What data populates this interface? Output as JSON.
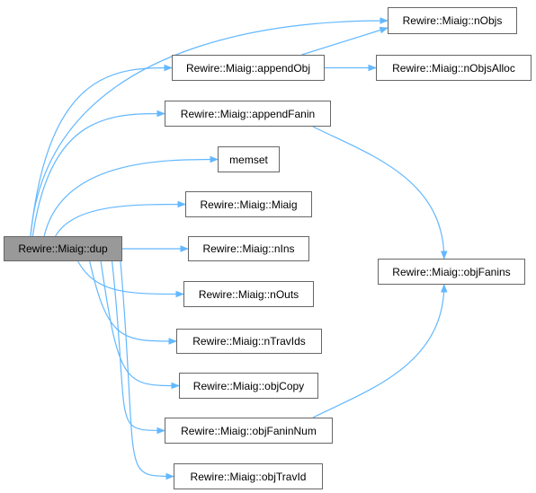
{
  "graph": {
    "root": {
      "id": "dup",
      "label": "Rewire::Miaig::dup"
    },
    "nodes": [
      {
        "id": "nObjs",
        "label": "Rewire::Miaig::nObjs"
      },
      {
        "id": "appendObj",
        "label": "Rewire::Miaig::appendObj"
      },
      {
        "id": "nObjsAlloc",
        "label": "Rewire::Miaig::nObjsAlloc"
      },
      {
        "id": "appendFanin",
        "label": "Rewire::Miaig::appendFanin"
      },
      {
        "id": "memset",
        "label": "memset"
      },
      {
        "id": "Miaig",
        "label": "Rewire::Miaig::Miaig"
      },
      {
        "id": "nIns",
        "label": "Rewire::Miaig::nIns"
      },
      {
        "id": "objFanins",
        "label": "Rewire::Miaig::objFanins"
      },
      {
        "id": "nOuts",
        "label": "Rewire::Miaig::nOuts"
      },
      {
        "id": "nTravIds",
        "label": "Rewire::Miaig::nTravIds"
      },
      {
        "id": "objCopy",
        "label": "Rewire::Miaig::objCopy"
      },
      {
        "id": "objFaninNum",
        "label": "Rewire::Miaig::objFaninNum"
      },
      {
        "id": "objTravId",
        "label": "Rewire::Miaig::objTravId"
      }
    ],
    "edges": [
      [
        "dup",
        "nObjs"
      ],
      [
        "dup",
        "appendObj"
      ],
      [
        "dup",
        "appendFanin"
      ],
      [
        "dup",
        "memset"
      ],
      [
        "dup",
        "Miaig"
      ],
      [
        "dup",
        "nIns"
      ],
      [
        "dup",
        "nOuts"
      ],
      [
        "dup",
        "nTravIds"
      ],
      [
        "dup",
        "objCopy"
      ],
      [
        "dup",
        "objFaninNum"
      ],
      [
        "dup",
        "objTravId"
      ],
      [
        "appendObj",
        "nObjs"
      ],
      [
        "appendObj",
        "nObjsAlloc"
      ],
      [
        "appendFanin",
        "objFanins"
      ],
      [
        "objFaninNum",
        "objFanins"
      ]
    ],
    "colors": {
      "edge": "#63b8ff",
      "node_border": "#666666",
      "root_fill": "#999999"
    }
  }
}
